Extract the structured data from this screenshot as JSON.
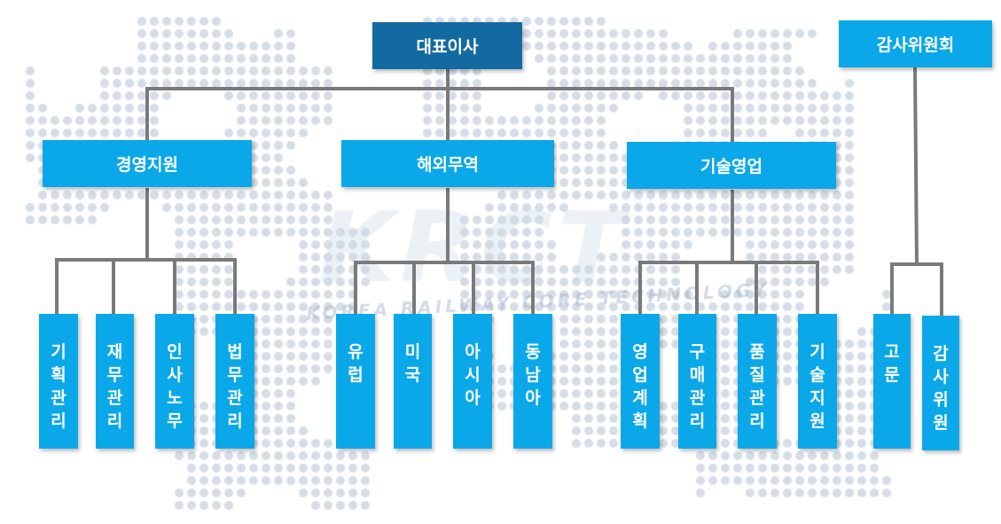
{
  "watermark": {
    "logo_text": "KRCT",
    "sub_text": "KOREA RAILWAY CORE TECHNOLOGY"
  },
  "colors": {
    "top_box": "#136aa0",
    "box": "#0aa8e8",
    "line": "#7a7a7a",
    "map_dots": "#d5dde6"
  },
  "top": {
    "ceo": "대표이사",
    "audit_committee": "감사위원회"
  },
  "divisions": [
    {
      "label": "경영지원",
      "teams": [
        "기획관리",
        "재무관리",
        "인사노무",
        "법무관리"
      ]
    },
    {
      "label": "해외무역",
      "teams": [
        "유럽",
        "미국",
        "아시아",
        "동남아"
      ]
    },
    {
      "label": "기술영업",
      "teams": [
        "영업계획",
        "구매관리",
        "품질관리",
        "기술지원"
      ]
    }
  ],
  "audit_teams": [
    "고문",
    "감사위원"
  ]
}
